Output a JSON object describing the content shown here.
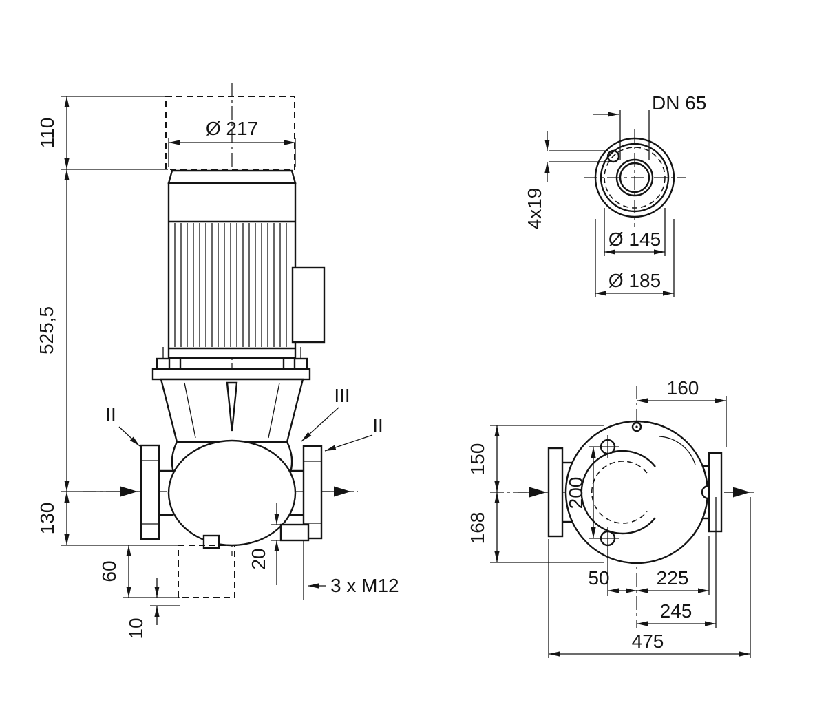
{
  "drawing": {
    "background": "#ffffff",
    "line_color": "#141414",
    "front_view": {
      "dim_top_clearance": "110",
      "dim_motor_diameter": "Ø 217",
      "dim_total_height": "525,5",
      "dim_center_to_base": "130",
      "dim_base_offset": "60",
      "dim_base_plate": "10",
      "dim_foot_thickness": "20",
      "label_foundation_bolts": "3 x M12",
      "section_label_left": "II",
      "section_label_mid": "III",
      "section_label_right": "II"
    },
    "flange_view": {
      "nominal_diameter": "DN 65",
      "bolt_holes": "4x19",
      "bolt_circle_diameter": "Ø 145",
      "outer_diameter": "Ø 185"
    },
    "plan_view": {
      "dim_center_to_flange_right": "160",
      "dim_center_to_top": "150",
      "dim_bolt_spacing": "200",
      "dim_center_to_bottom": "168",
      "dim_bolt_offset": "50",
      "dim_center_to_flange_face": "225",
      "dim_center_to_edge": "245",
      "dim_total_width": "475"
    }
  }
}
